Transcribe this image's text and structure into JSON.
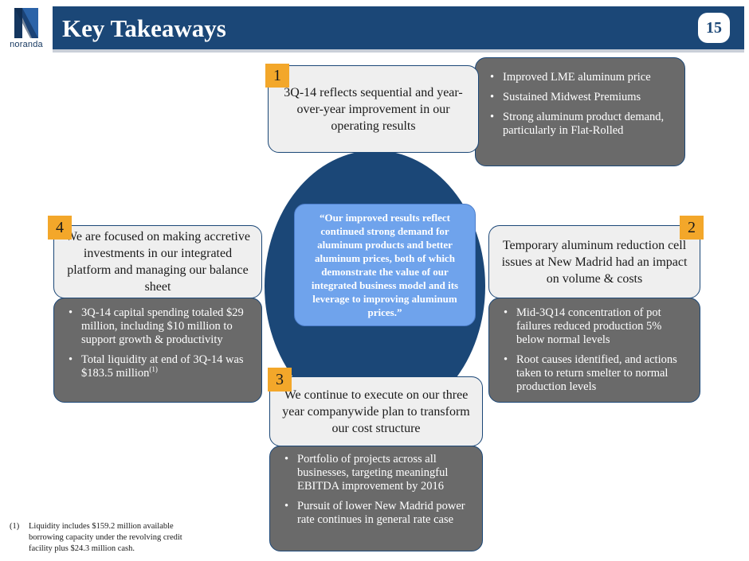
{
  "header": {
    "logo_text": "noranda",
    "title": "Key Takeaways",
    "page_number": "15"
  },
  "quote": "“Our improved results reflect continued strong demand for aluminum products and better aluminum prices, both of which demonstrate the value of our integrated business model and its leverage to  improving aluminum prices.”",
  "takeaways": [
    {
      "number": "1",
      "statement": "3Q-14 reflects sequential and year-over-year improvement in our operating results",
      "bullets": [
        "Improved LME aluminum price",
        "Sustained Midwest Premiums",
        "Strong aluminum product demand, particularly in Flat-Rolled"
      ]
    },
    {
      "number": "2",
      "statement": "Temporary aluminum reduction cell issues at New Madrid had an impact on volume & costs",
      "bullets": [
        "Mid-3Q14 concentration of pot failures reduced production 5% below normal levels",
        "Root causes identified, and actions taken to return smelter to normal production levels"
      ]
    },
    {
      "number": "3",
      "statement": "We continue to execute on our three year companywide plan to transform our cost structure",
      "bullets": [
        "Portfolio of projects across all businesses, targeting meaningful EBITDA improvement by 2016",
        "Pursuit of lower New Madrid power rate continues in general rate case"
      ]
    },
    {
      "number": "4",
      "statement": "We are focused on making accretive investments in our integrated platform and managing our balance sheet",
      "bullets": [
        "3Q-14 capital spending totaled $29 million, including $10 million to support growth & productivity",
        "Total liquidity at end of 3Q-14 was $183.5 million"
      ],
      "footnote_marker": "(1)"
    }
  ],
  "footnote": {
    "number": "(1)",
    "text": "Liquidity includes $159.2 million available borrowing capacity under the revolving credit facility plus $24.3 million cash."
  },
  "colors": {
    "navy": "#1b4777",
    "light_blue": "#6fa3ec",
    "badge_orange": "#f3a72a",
    "bullet_grey": "#6a6a6a",
    "statement_bg": "#efefef"
  }
}
